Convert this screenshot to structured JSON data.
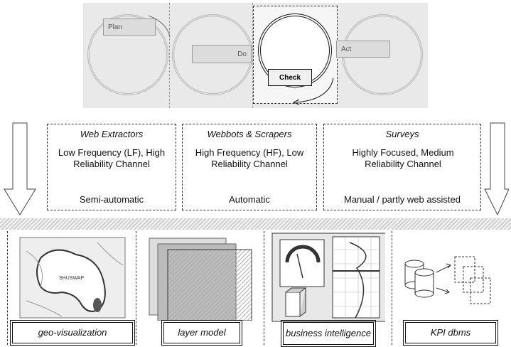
{
  "pdca": {
    "steps": {
      "plan": "Plan",
      "do": "Do",
      "check": "Check",
      "act": "Act"
    }
  },
  "sources": [
    {
      "heading": "Web Extractors",
      "properties": "Low Frequency (LF), High Reliability Channel",
      "mode": "Semi-automatic"
    },
    {
      "heading": "Webbots & Scrapers",
      "properties": "High Frequency (HF), Low Reliability Channel",
      "mode": "Automatic"
    },
    {
      "heading": "Surveys",
      "properties": "Highly Focused, Medium Reliability Channel",
      "mode": "Manual / partly web assisted"
    }
  ],
  "outputs": [
    {
      "label": "geo-visualization",
      "icon": "map-icon"
    },
    {
      "label": "layer model",
      "icon": "layers-icon"
    },
    {
      "label": "business intelligence",
      "icon": "dashboard-icon"
    },
    {
      "label": "KPI dbms",
      "icon": "database-icon"
    }
  ],
  "map": {
    "label": "SHUSWAP"
  }
}
